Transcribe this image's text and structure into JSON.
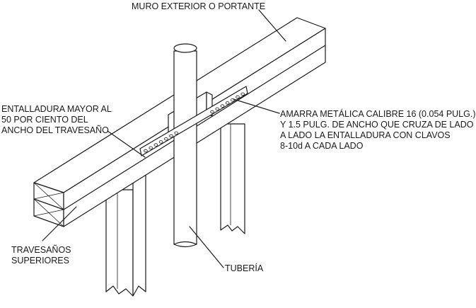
{
  "labels": {
    "wall": "MURO EXTERIOR O PORTANTE",
    "notch": [
      "ENTALLADURA MAYOR AL",
      "50 POR CIENTO DEL",
      "ANCHO DEL TRAVESAÑO"
    ],
    "strap": [
      "AMARRA METÁLICA CALIBRE 16 (0.054 PULG.)",
      "Y 1.5 PULG. DE ANCHO QUE CRUZA DE LADO",
      "A LADO LA ENTALLADURA CON CLAVOS",
      "8-10d A CADA LADO"
    ],
    "plates": [
      "TRAVESAÑOS",
      "SUPERIORES"
    ],
    "pipe": "TUBERÍA"
  }
}
